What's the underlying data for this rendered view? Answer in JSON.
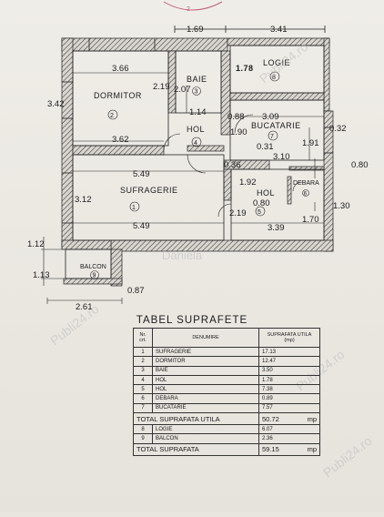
{
  "stamp_text": "2",
  "dims": {
    "d169": "1.69",
    "d341": "3.41",
    "d366": "3.66",
    "d219a": "2.19",
    "d342": "3.42",
    "d207": "2.07",
    "d114": "1.14",
    "d362": "3.62",
    "d178": "1.78",
    "d088": "0.88",
    "d190": "1.90",
    "d309": "3.09",
    "d032": "0.32",
    "d191": "1.91",
    "d031": "0.31",
    "d310": "3.10",
    "d036": "0.36",
    "d080a": "0.80",
    "d080b": "0.80",
    "d549a": "5.49",
    "d549b": "5.49",
    "d192": "1.92",
    "d130": "1.30",
    "d312": "3.12",
    "d219b": "2.19",
    "d170": "1.70",
    "d339": "3.39",
    "d112": "1.12",
    "d113": "1.13",
    "d087": "0.87",
    "d261": "2.61"
  },
  "rooms": {
    "dormitor": {
      "name": "DORMITOR",
      "num": "2"
    },
    "baie": {
      "name": "BAIE",
      "num": "3"
    },
    "logie": {
      "name": "LOGIE",
      "num": "8"
    },
    "bucatarie": {
      "name": "BUCATARIE",
      "num": "7"
    },
    "hol_small": {
      "name": "HOL",
      "num": "4"
    },
    "sufragerie": {
      "name": "SUFRAGERIE",
      "num": "1"
    },
    "hol": {
      "name": "HOL",
      "num": "5"
    },
    "debara": {
      "name": "DEBARA",
      "num": "6"
    },
    "balcon": {
      "name": "BALCON",
      "num": "9"
    }
  },
  "watermarks": {
    "center": "Daniela",
    "site": "Publi24.ro"
  },
  "table": {
    "title": "TABEL SUPRAFETE",
    "headers": [
      "Nr. crt.",
      "DENUMIRE",
      "SUPRAFATA UTILA (mp)"
    ],
    "rows": [
      {
        "nr": "1",
        "name": "SUFRAGERIE",
        "area": "17.13"
      },
      {
        "nr": "2",
        "name": "DORMITOR",
        "area": "12.47"
      },
      {
        "nr": "3",
        "name": "BAIE",
        "area": "3.50"
      },
      {
        "nr": "4",
        "name": "HOL",
        "area": "1.78"
      },
      {
        "nr": "5",
        "name": "HOL",
        "area": "7.38"
      },
      {
        "nr": "6",
        "name": "DEBARA",
        "area": "0.89"
      },
      {
        "nr": "7",
        "name": "BUCATARIE",
        "area": "7.57"
      },
      {
        "nr": "8",
        "name": "LOGIE",
        "area": "6.07"
      },
      {
        "nr": "9",
        "name": "BALCON",
        "area": "2.36"
      }
    ],
    "total_utila": {
      "label": "TOTAL  SUPRAFATA UTILA",
      "value": "50.72"
    },
    "total": {
      "label": "TOTAL  SUPRAFATA",
      "value": "59.15"
    },
    "unit": "mp"
  }
}
